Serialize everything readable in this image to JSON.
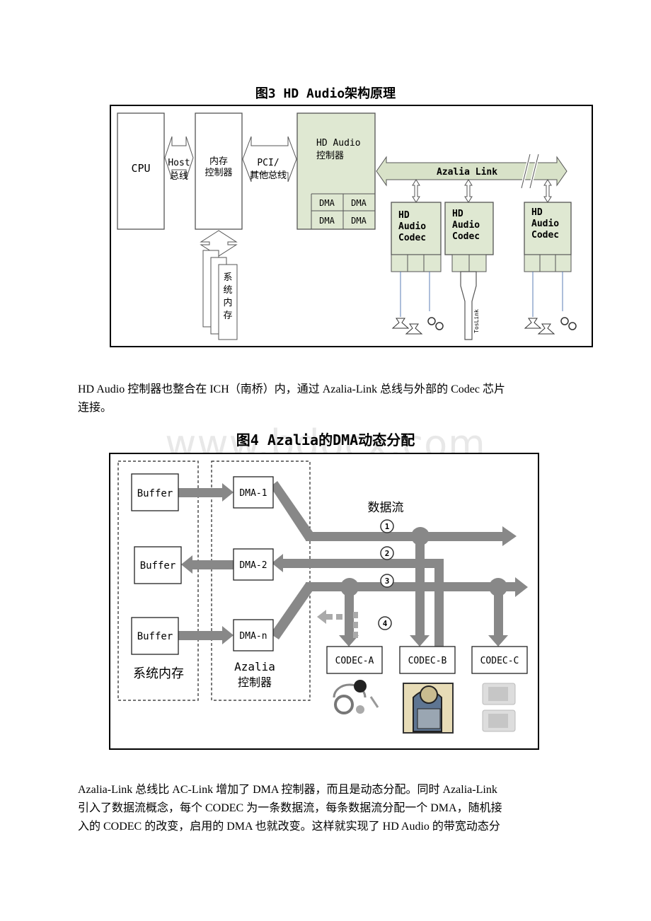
{
  "figure3": {
    "caption": "图3 HD Audio架构原理",
    "cpu": "CPU",
    "host_bus": [
      "Host",
      "总线"
    ],
    "mem_ctrl": [
      "内存",
      "控制器"
    ],
    "pci_bus": [
      "PCI/",
      "其他总线"
    ],
    "hd_ctrl": [
      "HD Audio",
      "控制器"
    ],
    "dma_label": "DMA",
    "azalia_link": "Azalia Link",
    "codec_label": [
      "HD",
      "Audio",
      "Codec"
    ],
    "sys_mem": [
      "系",
      "统",
      "内",
      "存"
    ],
    "toslink": "TosLink"
  },
  "para1": {
    "lines": [
      "HD Audio 控制器也整合在 ICH（南桥）内，通过 Azalia-Link 总线与外部的 Codec 芯片",
      "连接。"
    ]
  },
  "watermark": "www.bdocx.com",
  "figure4": {
    "caption": "图4 Azalia的DMA动态分配",
    "buffer": "Buffer",
    "dma1": "DMA-1",
    "dma2": "DMA-2",
    "dman": "DMA-n",
    "sys_mem": "系统内存",
    "azalia_ctrl": [
      "Azalia",
      "控制器"
    ],
    "data_flow": "数据流",
    "stream_numbers": [
      "1",
      "2",
      "3",
      "4"
    ],
    "codec_a": "CODEC-A",
    "codec_b": "CODEC-B",
    "codec_c": "CODEC-C"
  },
  "para2": {
    "lines": [
      "Azalia-Link 总线比 AC-Link 增加了 DMA 控制器，而且是动态分配。同时 Azalia-Link",
      "引入了数据流概念，每个 CODEC 为一条数据流，每条数据流分配一个 DMA，随机接",
      "入的 CODEC 的改变，启用的 DMA 也就改变。这样就实现了 HD Audio 的带宽动态分"
    ]
  }
}
